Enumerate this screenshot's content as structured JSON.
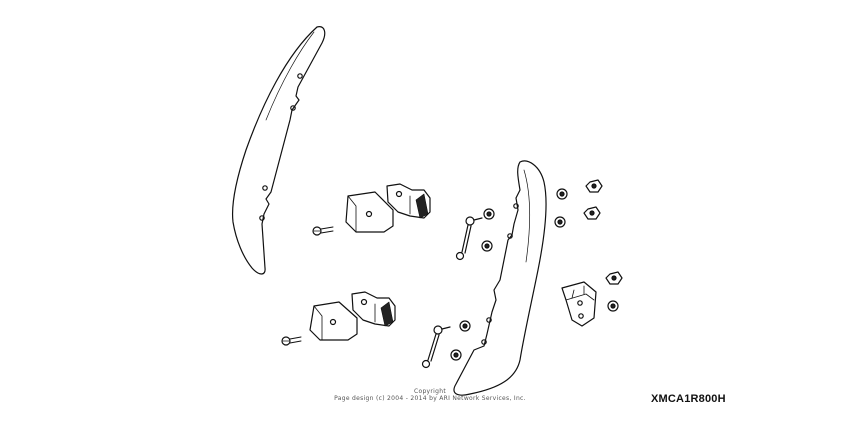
{
  "diagram": {
    "copyright_line1": "Copyright",
    "copyright_line2": "Page design (c) 2004 - 2014 by ARI Network Services, Inc.",
    "diagram_code": "XMCA1R800H",
    "colors": {
      "line": "#111111",
      "background": "#ffffff",
      "shade": "#222222"
    }
  }
}
